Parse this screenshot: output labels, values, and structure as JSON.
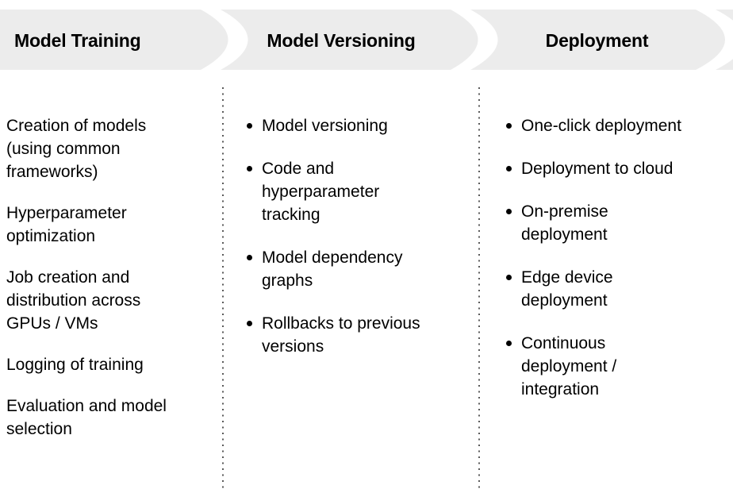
{
  "title": "ML pipeline stages diagram",
  "columns": [
    {
      "header": "Model Training",
      "list_style": "plain",
      "items": [
        "Creation of models (using common frameworks)",
        "Hyperparameter optimization",
        "Job creation and distribution across GPUs / VMs",
        "Logging of training",
        "Evaluation and model selection"
      ]
    },
    {
      "header": "Model Versioning",
      "list_style": "bullets",
      "items": [
        "Model versioning",
        "Code and hyperparameter tracking",
        "Model dependency graphs",
        "Rollbacks to previous versions"
      ]
    },
    {
      "header": "Deployment",
      "list_style": "bullets",
      "items": [
        "One-click deployment",
        "Deployment to cloud",
        "On-premise deployment",
        "Edge device deployment",
        "Continuous deployment / integration"
      ]
    }
  ],
  "colors": {
    "background": "#ffffff",
    "banner_fill": "#ececec",
    "header_text": "#000000",
    "body_text": "#000000",
    "divider_dot": "#5a5a5a",
    "bullet": "#000000"
  }
}
